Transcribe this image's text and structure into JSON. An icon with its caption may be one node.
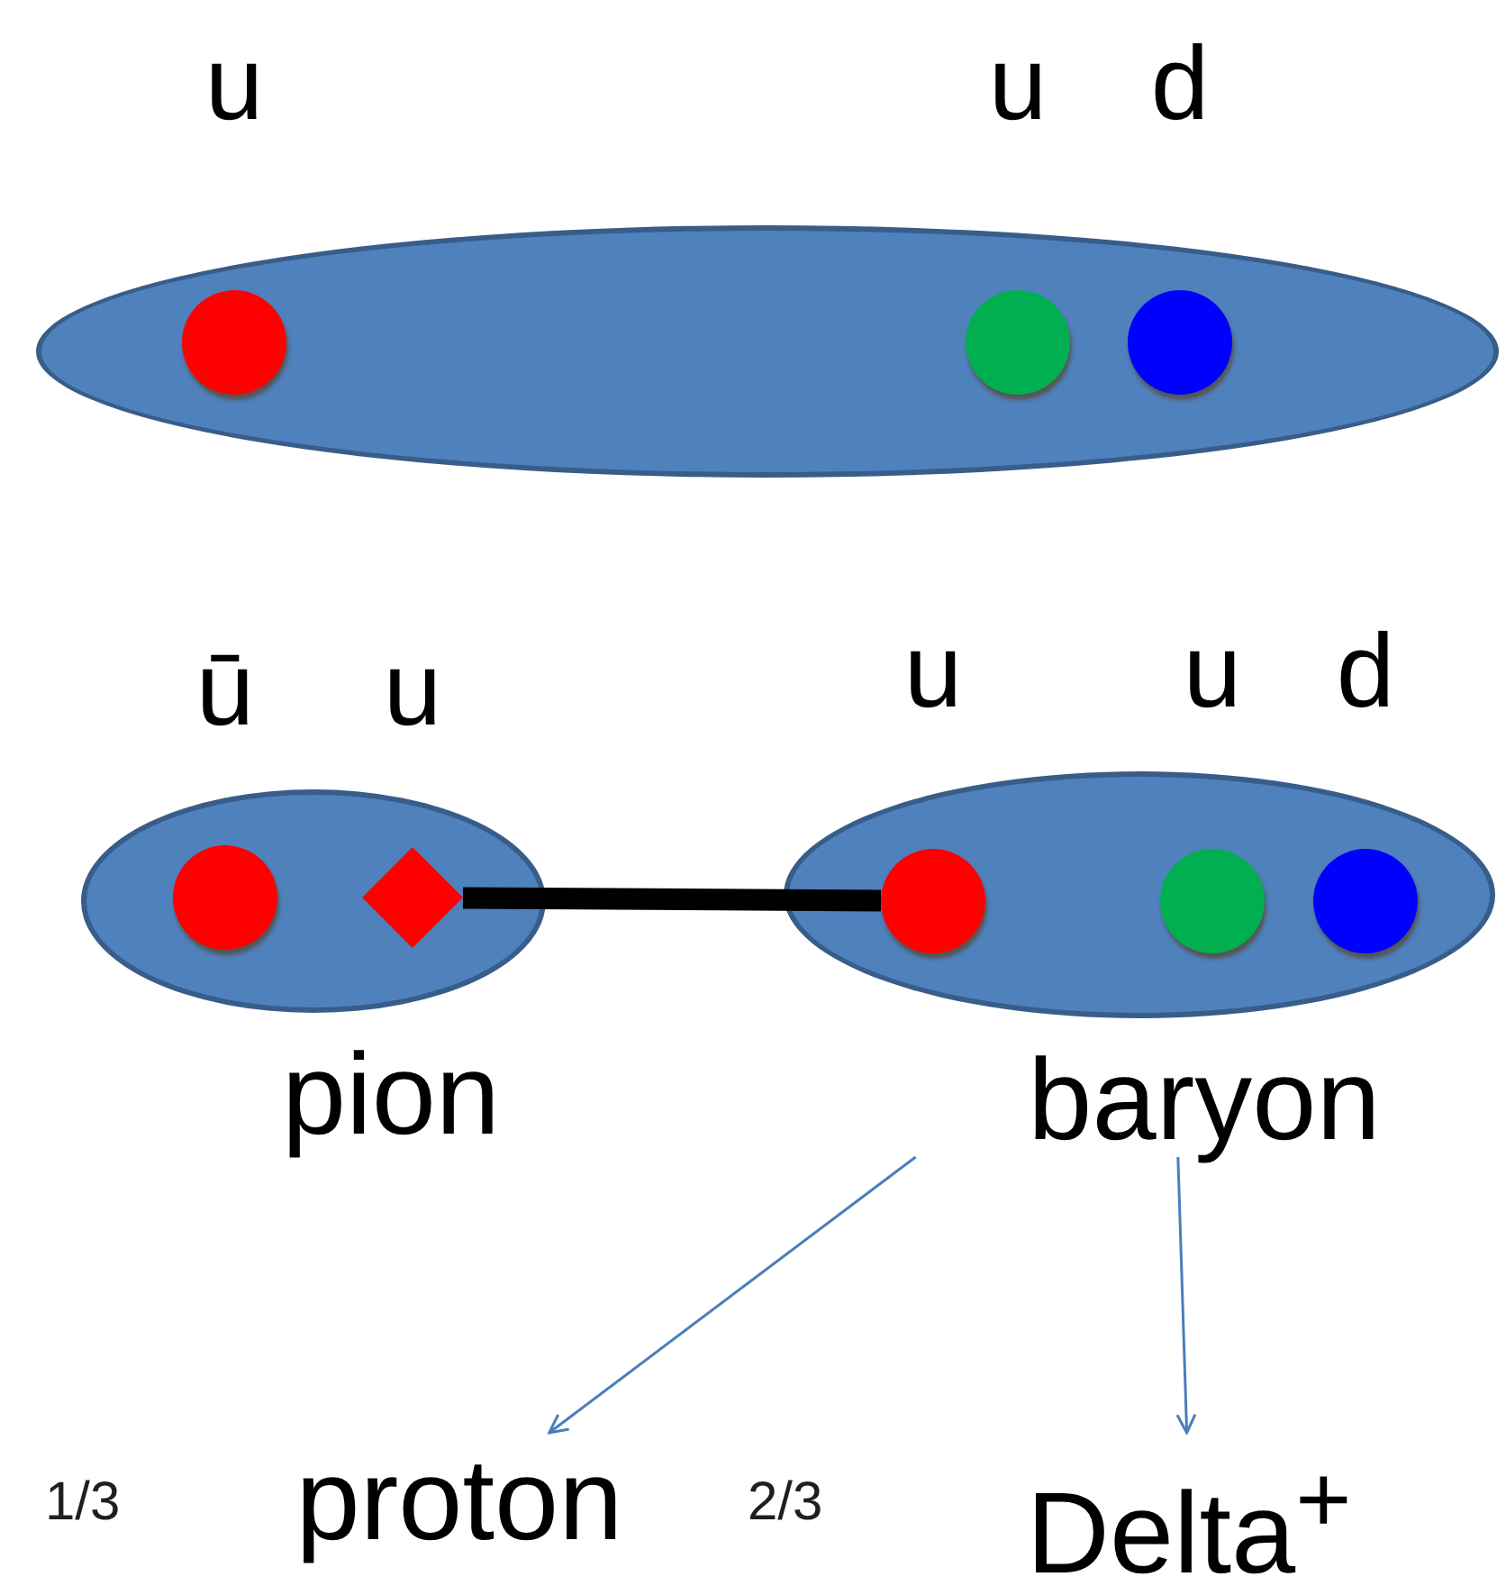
{
  "diagram": {
    "nodes": [
      {
        "text": [],
        "shape": "ellipse"
      },
      {
        "text": [],
        "shape": "circle",
        "in": 0,
        "beside": [
          "u"
        ]
      },
      {
        "text": [],
        "shape": "circle",
        "in": 0,
        "beside": [
          "u"
        ]
      },
      {
        "text": [],
        "shape": "circle",
        "in": 0,
        "beside": [
          "d"
        ]
      },
      {
        "text": [
          "pion"
        ]
      },
      {
        "text": [],
        "shape": "circle",
        "in": 4,
        "beside": [
          "ū"
        ]
      },
      {
        "text": [],
        "shape": "diamond",
        "in": 4,
        "beside": [
          "u"
        ]
      },
      {
        "text": [
          "baryon"
        ]
      },
      {
        "text": [],
        "shape": "circle",
        "in": 7,
        "beside": [
          "u"
        ]
      },
      {
        "text": [],
        "shape": "circle",
        "in": 7,
        "beside": [
          "u"
        ]
      },
      {
        "text": [],
        "shape": "circle",
        "in": 7,
        "beside": [
          "d"
        ]
      },
      {
        "text": [
          "proton"
        ],
        "beside": [
          "1/3"
        ]
      },
      {
        "text": [
          "Delta$^{+}$"
        ],
        "beside": [
          "2/3"
        ]
      }
    ],
    "edges": [
      {
        "from": 6,
        "to": 8,
        "arrow": "none",
        "style": "thick",
        "color": "#000000"
      },
      {
        "from": 7,
        "to": 11,
        "arrow": "to"
      },
      {
        "from": 7,
        "to": 12,
        "arrow": "to"
      }
    ]
  }
}
